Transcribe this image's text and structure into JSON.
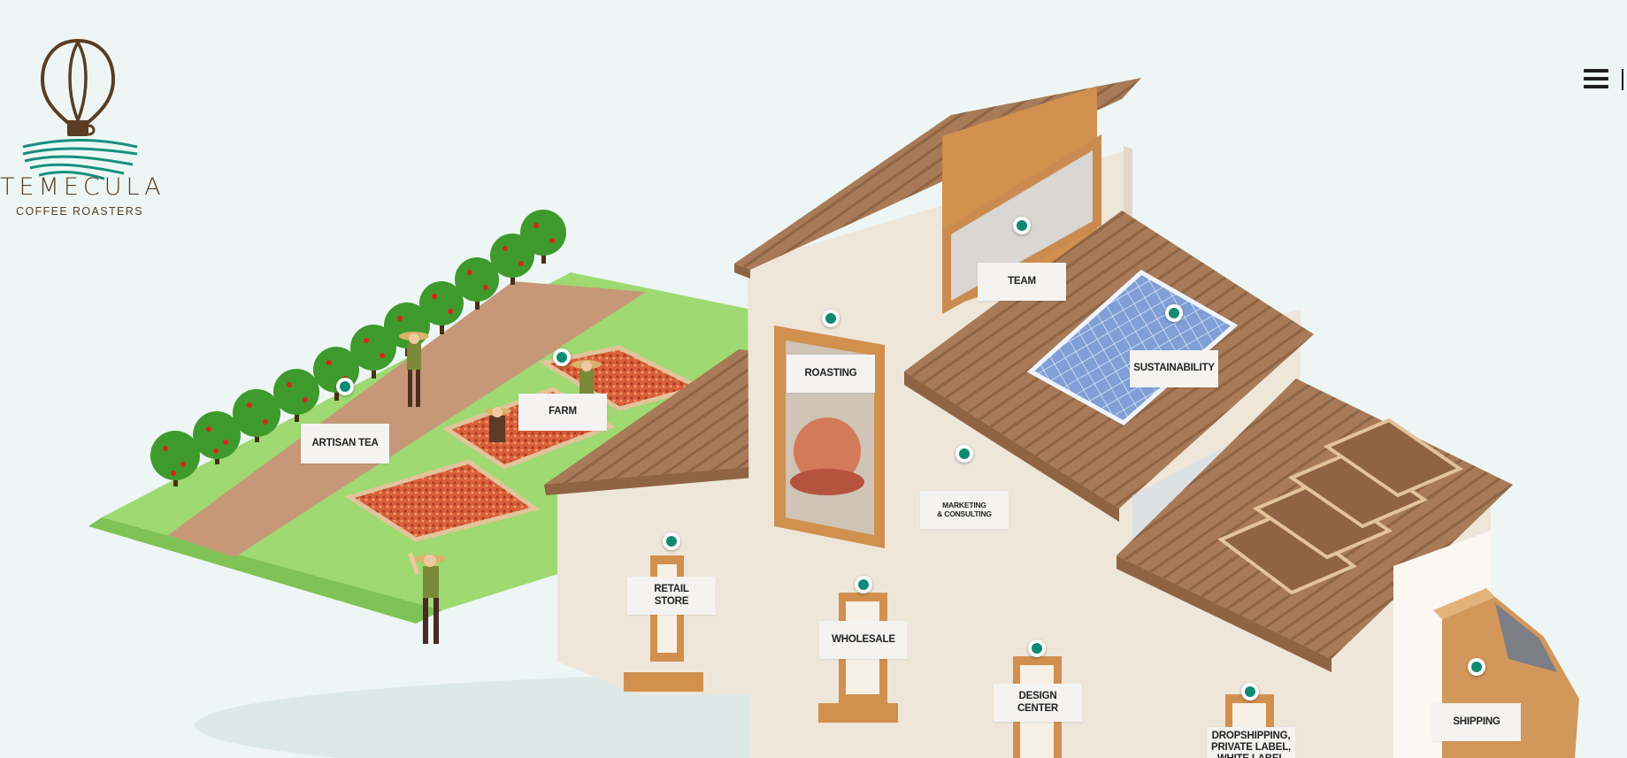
{
  "brand": {
    "name": "TEMECULA",
    "subtitle": "COFFEE ROASTERS"
  },
  "header": {
    "menu_icon": "hamburger-menu-icon"
  },
  "colors": {
    "background": "#edf6f4",
    "roof": "#a87a57",
    "wall": "#efe6da",
    "grass": "#9ed971",
    "path": "#c69878",
    "hotspot": "#0f8a72",
    "brand_brown": "#5a3d22",
    "brand_teal": "#168f7c"
  },
  "locations": [
    {
      "id": "artisan-tea",
      "label": "ARTISAN TEA"
    },
    {
      "id": "farm",
      "label": "FARM"
    },
    {
      "id": "roasting",
      "label": "ROASTING"
    },
    {
      "id": "team",
      "label": "TEAM"
    },
    {
      "id": "sustainability",
      "label": "SUSTAINABILITY"
    },
    {
      "id": "marketing",
      "label": "MARKETING\n& CONSULTING"
    },
    {
      "id": "retail",
      "label": "RETAIL\nSTORE"
    },
    {
      "id": "wholesale",
      "label": "WHOLESALE"
    },
    {
      "id": "design",
      "label": "DESIGN\nCENTER"
    },
    {
      "id": "dropshipping",
      "label": "DROPSHIPPING,\nPRIVATE LABEL,\nWHITE LABEL"
    },
    {
      "id": "shipping",
      "label": "SHIPPING"
    }
  ]
}
